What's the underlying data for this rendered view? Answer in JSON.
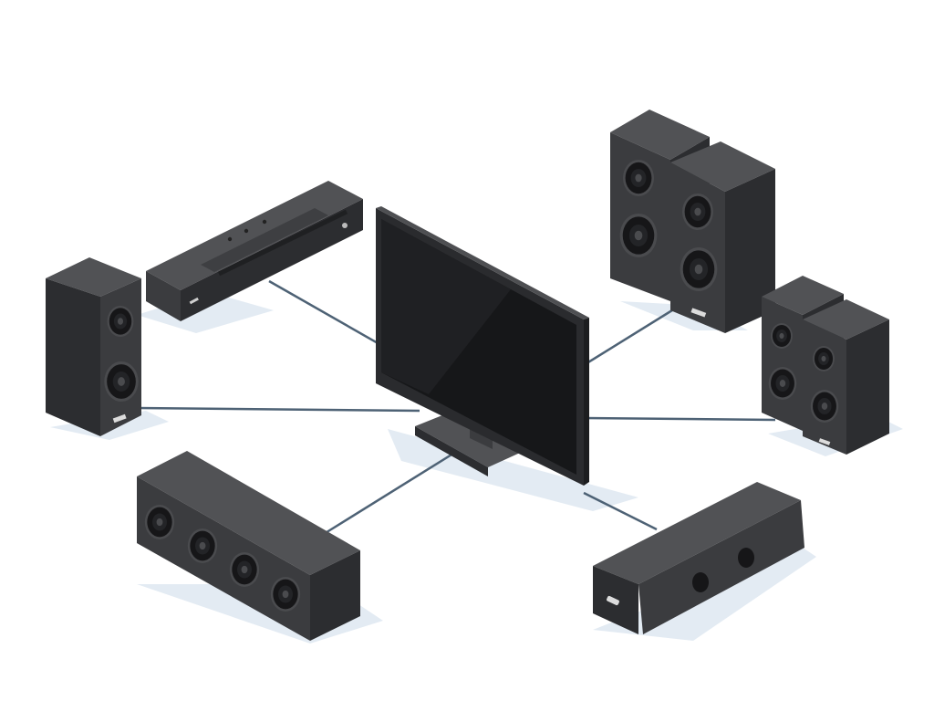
{
  "scene": {
    "background": "#ffffff",
    "shadow_color": "#e3ebf3",
    "cable_color": "#4e6275",
    "colors": {
      "body_front": "#3b3c3f",
      "body_side": "#2c2d30",
      "body_top": "#515255",
      "driver": "#161618",
      "driver_ring": "#4a4b4e",
      "screen": "#1b1c1e",
      "screen_glare": "#2f3033",
      "badge": "#dcdcdc"
    },
    "devices": [
      {
        "name": "flat-screen-tv",
        "role": "display"
      },
      {
        "name": "av-receiver",
        "role": "source"
      },
      {
        "name": "left-bookshelf-speaker",
        "role": "speaker"
      },
      {
        "name": "front-right-tower-speaker-a",
        "role": "speaker"
      },
      {
        "name": "front-right-tower-speaker-b",
        "role": "speaker"
      },
      {
        "name": "right-surround-speaker-a",
        "role": "speaker"
      },
      {
        "name": "right-surround-speaker-b",
        "role": "speaker"
      },
      {
        "name": "center-channel-speaker",
        "role": "speaker"
      },
      {
        "name": "subwoofer",
        "role": "speaker"
      }
    ],
    "connections": [
      {
        "from": "flat-screen-tv",
        "to": "av-receiver"
      },
      {
        "from": "flat-screen-tv",
        "to": "left-bookshelf-speaker"
      },
      {
        "from": "flat-screen-tv",
        "to": "front-right-tower-speaker-b"
      },
      {
        "from": "flat-screen-tv",
        "to": "right-surround-speaker-b"
      },
      {
        "from": "flat-screen-tv",
        "to": "center-channel-speaker"
      },
      {
        "from": "flat-screen-tv",
        "to": "subwoofer"
      }
    ]
  }
}
